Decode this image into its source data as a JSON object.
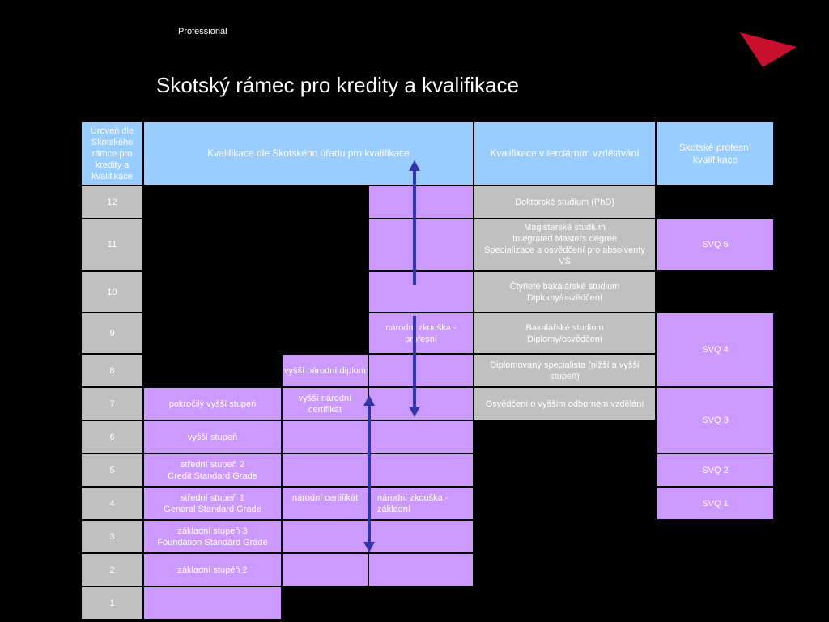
{
  "header": {
    "brand": "Professional",
    "title": "Skotský rámec pro kredity a kvalifikace"
  },
  "table": {
    "col_level": "Úroveň dle Skotského rámce pro kredity a kvalifikace",
    "col_sqa": "Kvalifikace dle Skotského úřadu pro kvalifikace",
    "col_tertiary": "Kvalifikace v terciárním vzdělávání",
    "col_svq": "Skotské profesní kvalifikace",
    "levels": [
      "12",
      "11",
      "10",
      "9",
      "8",
      "7",
      "6",
      "5",
      "4",
      "3",
      "2",
      "1"
    ],
    "standard": {
      "l7": "pokročilý vyšší stupeň",
      "l6": "vyšší stupeň",
      "l5": "střední stupeň 2\nCredit Standard Grade",
      "l4": "střední stupeň 1\nGeneral Standard Grade",
      "l3": "základní stupeň 3\nFoundation Standard Grade",
      "l2": "základní stupěň 2"
    },
    "national": {
      "l8": "vyšší národní diplom",
      "l7": "vyšší národní certifikát",
      "l4": "národní certifikát"
    },
    "exam": {
      "l9": "národní zkouška - profesní",
      "l4": "národní zkouška - základní"
    },
    "tertiary": {
      "l12": "Doktorské studium (PhD)",
      "l11": "Magisterské studium\nIntegrated Masters degree\nSpecializace a osvědčení pro absolventy VŠ",
      "l10": "Čtyřleté bakalářské studium\nDiplomy/osvědčení",
      "l9": "Bakalářské studium\nDiplomy/osvědčení",
      "l8": "Diplomovaný specialista (nižší a vyšší stupeň)",
      "l7": "Osvědčení o vyšším odborném vzdělání"
    },
    "svq": {
      "svq5": "SVQ 5",
      "svq4": "SVQ 4",
      "svq3": "SVQ 3",
      "svq2": "SVQ 2",
      "svq1": "SVQ 1"
    }
  },
  "colors": {
    "header_blue": "#99ccff",
    "level_gray": "#c0c0c0",
    "qualification_purple": "#cc99ff",
    "arrow_blue": "#3333aa",
    "logo_red": "#c8102e"
  }
}
